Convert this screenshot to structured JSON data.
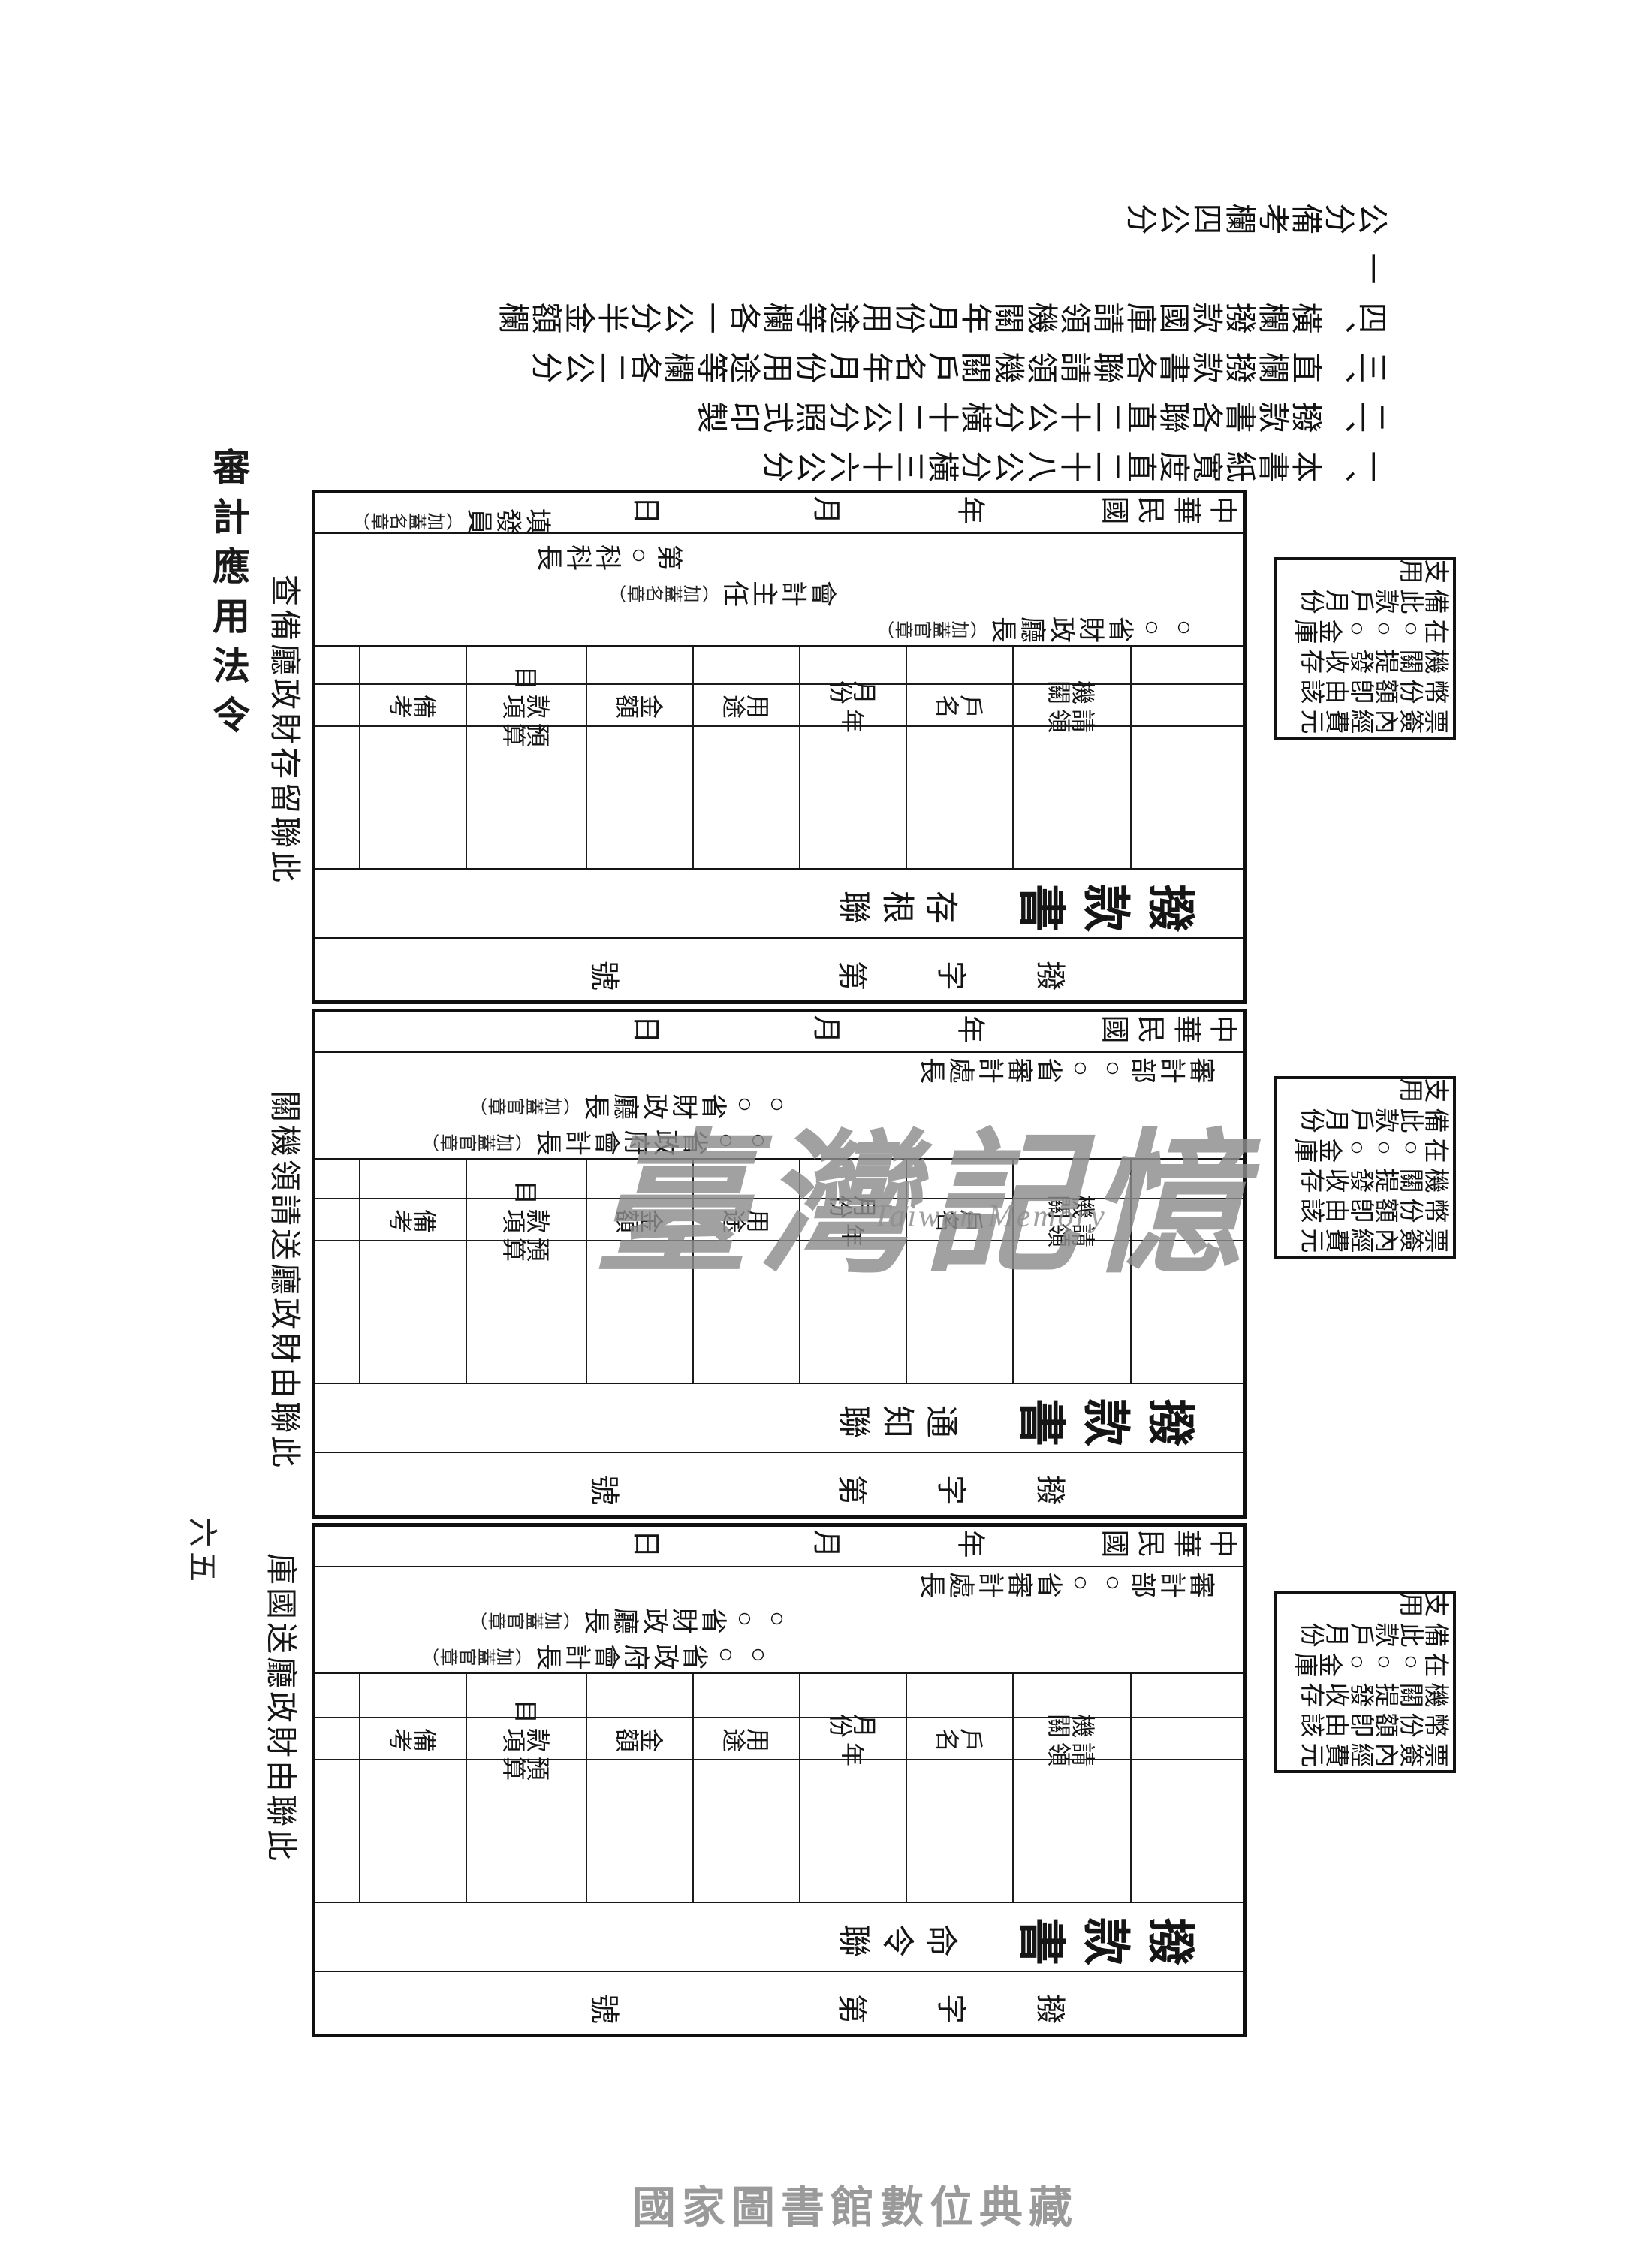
{
  "page": {
    "header_vertical": "審計應用法令",
    "page_number": "六五",
    "bottom_caption": "國家圖書館數位典藏"
  },
  "watermark": {
    "zh": "臺灣記憶",
    "en": "Taiwan Memory"
  },
  "notes": {
    "n1": "一、本書紙寬度直二十八公分橫三十六公分",
    "n2": "二、撥款書各聯直二十公分橫十二公分照式印製",
    "n3": "三、直欄撥款書各聯請領機關戶名年月份用途等欄各二公分",
    "n4": "四、橫欄撥款國庫請領機關年月份用途等欄各一公分半金額欄一",
    "n5": "公分備考欄四公分"
  },
  "form": {
    "serial_line": "撥　字　第　　　　號",
    "title": "撥款書",
    "date_line": "中華民國　　　年　　　月　　　　日",
    "fields": [
      "請領\n機關",
      "戶名",
      "年\n月份",
      "用途",
      "金額",
      "預算\n款項\n目",
      "備考"
    ],
    "stamp_note_columns": [
      "票簽內經費元",
      "幣份額卽由該",
      "機關提發收存",
      "在○○○金庫",
      "備此款戶月份",
      "支用"
    ]
  },
  "tables": [
    {
      "copy_label": "存根聯",
      "footer_caption": "查備廳政財存留聯此",
      "signatures": [
        {
          "title": "○○省財政廳長",
          "seal": "（加蓋官章）"
        },
        {
          "title": "會計主任",
          "seal": "（加蓋名章）"
        },
        {
          "title": "第○科科長",
          "seal": ""
        },
        {
          "title": "填發員",
          "seal": "（加蓋名章）"
        }
      ]
    },
    {
      "copy_label": "通知聯",
      "footer_caption": "關機領請送廳政財由聯此",
      "signatures": [
        {
          "title": "○○省政府會計長",
          "seal": "（加蓋官章）"
        },
        {
          "title": "○○省財政廳長",
          "seal": "（加蓋官章）"
        },
        {
          "title": "審計部○○省審計處長",
          "seal": ""
        }
      ]
    },
    {
      "copy_label": "命令聯",
      "footer_caption": "庫國送廳政財由聯此",
      "signatures": [
        {
          "title": "○○省政府會計長",
          "seal": "（加蓋官章）"
        },
        {
          "title": "○○省財政廳長",
          "seal": "（加蓋官章）"
        },
        {
          "title": "審計部○○省審計處長",
          "seal": ""
        }
      ]
    }
  ]
}
